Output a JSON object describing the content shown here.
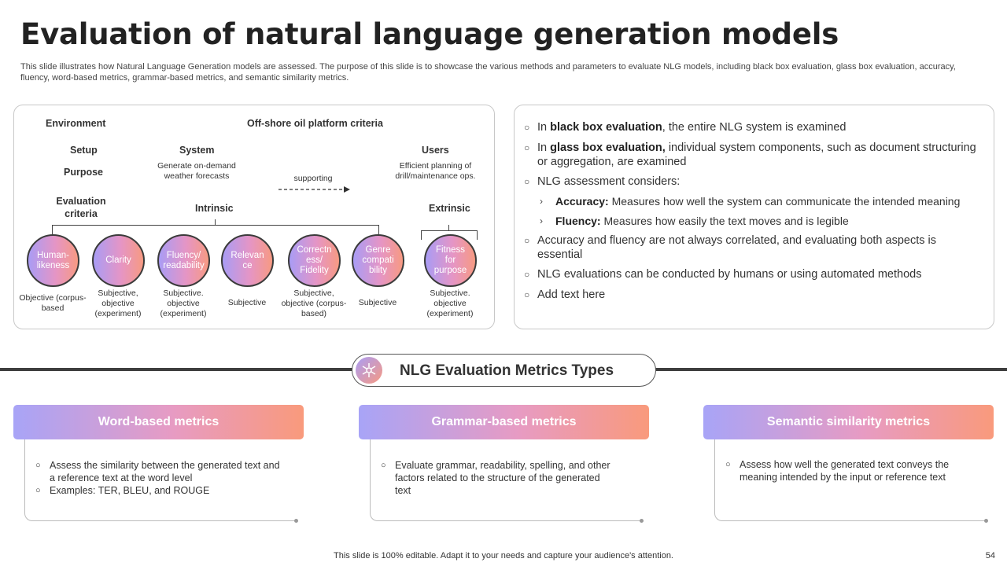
{
  "title": "Evaluation of natural language generation models",
  "subtitle": "This slide illustrates how Natural Language Generation models are assessed. The purpose of this slide is to showcase the various methods and parameters to evaluate NLG models, including black box evaluation, glass box evaluation, accuracy, fluency, word-based metrics, grammar-based metrics, and semantic similarity metrics.",
  "diagram": {
    "environment": "Environment",
    "environment_value": "Off-shore oil platform criteria",
    "setup": "Setup",
    "system": "System",
    "users": "Users",
    "purpose": "Purpose",
    "system_purpose": "Generate on-demand weather forecasts",
    "supporting": "supporting",
    "users_purpose": "Efficient planning of drill/maintenance ops.",
    "evaluation_criteria": "Evaluation criteria",
    "intrinsic": "Intrinsic",
    "extrinsic": "Extrinsic",
    "criteria": [
      {
        "label": "Human-likeness",
        "type": "Objective (corpus-based"
      },
      {
        "label": "Clarity",
        "type": "Subjective, objective (experiment)"
      },
      {
        "label": "Fluency/ readability",
        "type": "Subjective. objective (experiment)"
      },
      {
        "label": "Relevan ce",
        "type": "Subjective"
      },
      {
        "label": "Correctn ess/ Fidelity",
        "type": "Subjective, objective (corpus- based)"
      },
      {
        "label": "Genre compati bility",
        "type": "Subjective"
      },
      {
        "label": "Fitness for purpose",
        "type": "Subjective. objective (experiment)"
      }
    ]
  },
  "right_panel": {
    "b1_pre": "In ",
    "b1_bold": "black box evaluation",
    "b1_post": ", the entire NLG system is examined",
    "b2_pre": "In ",
    "b2_bold": "glass box evaluation,",
    "b2_post": " individual system components, such as document structuring or aggregation, are examined",
    "b3": "NLG assessment considers:",
    "s1_bold": "Accuracy:",
    "s1_post": " Measures how well the system can communicate the intended meaning",
    "s2_bold": "Fluency:",
    "s2_post": " Measures how easily the text moves and is legible",
    "b4": "Accuracy and fluency are not always correlated, and evaluating both aspects is essential",
    "b5": "NLG evaluations can be conducted by humans or using automated methods",
    "b6": "Add text here"
  },
  "section_title": "NLG Evaluation Metrics Types",
  "cards": [
    {
      "title": "Word-based metrics",
      "bullets": [
        "Assess the similarity between the generated text and a reference text at the word level",
        "Examples: TER, BLEU, and ROUGE"
      ]
    },
    {
      "title": "Grammar-based metrics",
      "bullets": [
        "Evaluate grammar, readability, spelling, and other factors related to the structure of the generated text"
      ]
    },
    {
      "title": "Semantic similarity metrics",
      "bullets": [
        "Assess how well the generated text conveys the meaning intended by the input or reference text"
      ]
    }
  ],
  "footer": "This slide is 100% editable. Adapt it to your needs and capture your audience's attention.",
  "page_number": "54",
  "colors": {
    "gradient_start": "#a8a4f7",
    "gradient_mid": "#e79bc3",
    "gradient_end": "#f99a7c",
    "divider": "#3e3e3e"
  },
  "icons": {
    "bullet": "hollow-circle",
    "sub_bullet": "chevron-right",
    "section": "network-icon",
    "arrow": "dashed-arrow-right"
  }
}
